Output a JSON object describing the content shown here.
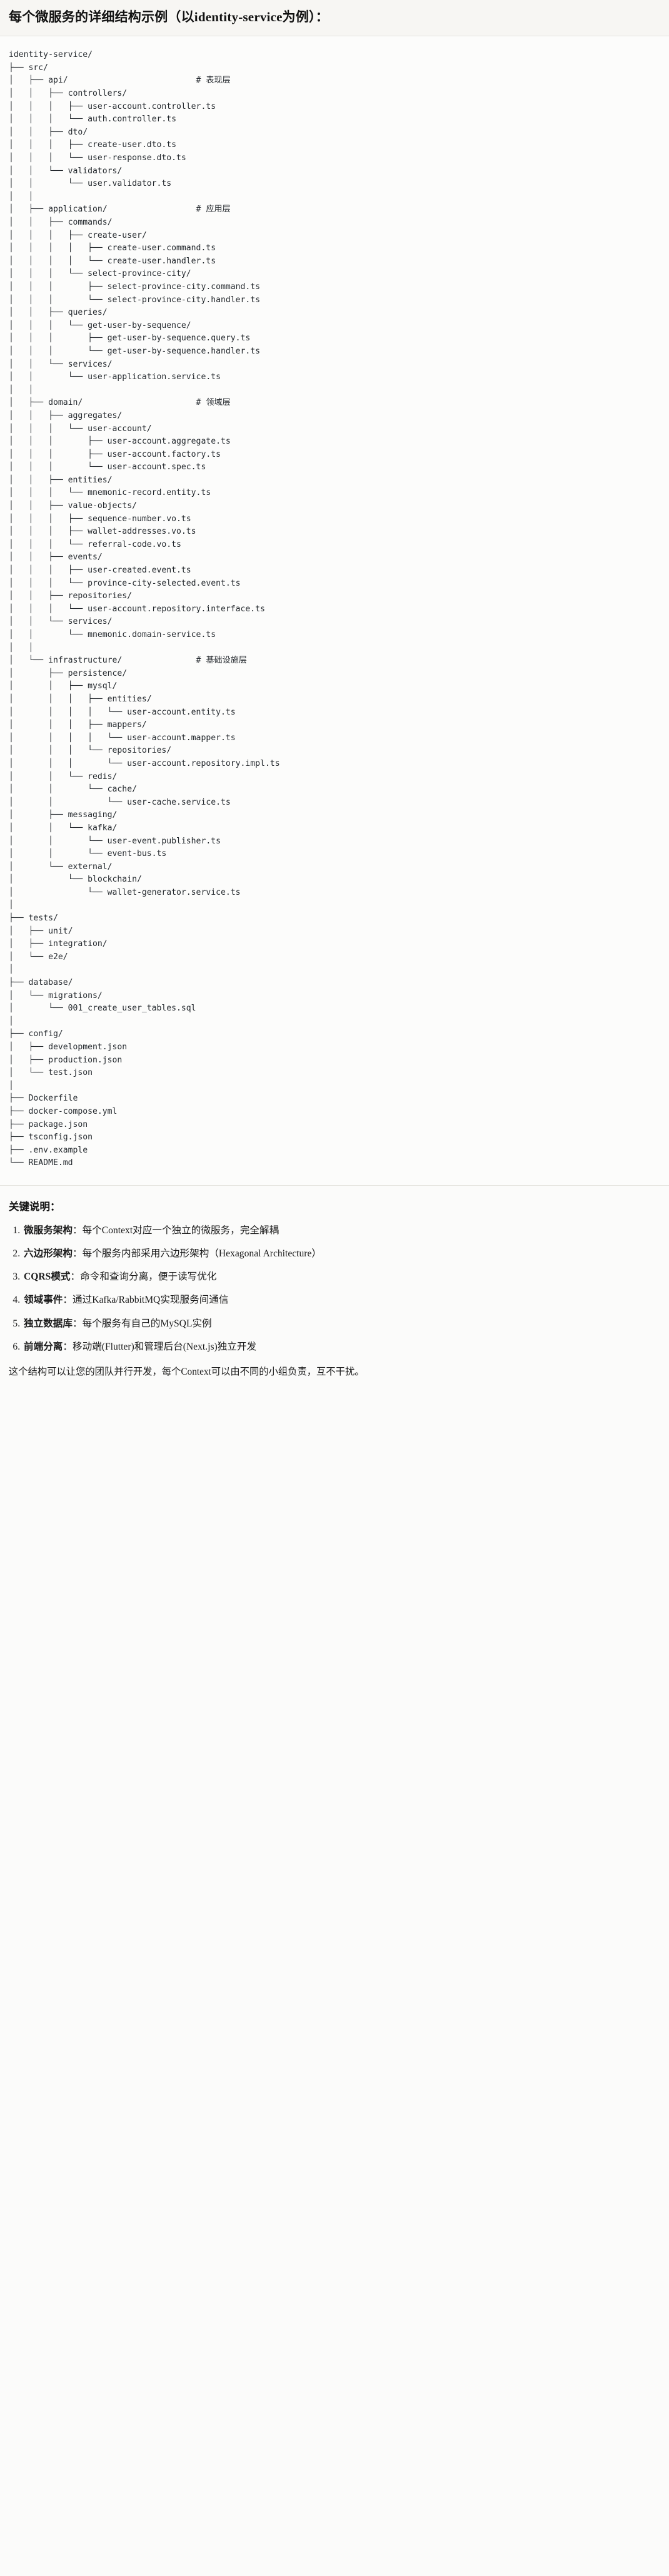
{
  "header": {
    "title": "每个微服务的详细结构示例（以identity-service为例）："
  },
  "code_block": {
    "language": "text",
    "tree_text": "identity-service/\n├── src/\n│   ├── api/                          # 表现层\n│   │   ├── controllers/\n│   │   │   ├── user-account.controller.ts\n│   │   │   └── auth.controller.ts\n│   │   ├── dto/\n│   │   │   ├── create-user.dto.ts\n│   │   │   └── user-response.dto.ts\n│   │   └── validators/\n│   │       └── user.validator.ts\n│   │\n│   ├── application/                  # 应用层\n│   │   ├── commands/\n│   │   │   ├── create-user/\n│   │   │   │   ├── create-user.command.ts\n│   │   │   │   └── create-user.handler.ts\n│   │   │   └── select-province-city/\n│   │   │       ├── select-province-city.command.ts\n│   │   │       └── select-province-city.handler.ts\n│   │   ├── queries/\n│   │   │   └── get-user-by-sequence/\n│   │   │       ├── get-user-by-sequence.query.ts\n│   │   │       └── get-user-by-sequence.handler.ts\n│   │   └── services/\n│   │       └── user-application.service.ts\n│   │\n│   ├── domain/                       # 领域层\n│   │   ├── aggregates/\n│   │   │   └── user-account/\n│   │   │       ├── user-account.aggregate.ts\n│   │   │       ├── user-account.factory.ts\n│   │   │       └── user-account.spec.ts\n│   │   ├── entities/\n│   │   │   └── mnemonic-record.entity.ts\n│   │   ├── value-objects/\n│   │   │   ├── sequence-number.vo.ts\n│   │   │   ├── wallet-addresses.vo.ts\n│   │   │   └── referral-code.vo.ts\n│   │   ├── events/\n│   │   │   ├── user-created.event.ts\n│   │   │   └── province-city-selected.event.ts\n│   │   ├── repositories/\n│   │   │   └── user-account.repository.interface.ts\n│   │   └── services/\n│   │       └── mnemonic.domain-service.ts\n│   │\n│   └── infrastructure/               # 基础设施层\n│       ├── persistence/\n│       │   ├── mysql/\n│       │   │   ├── entities/\n│       │   │   │   └── user-account.entity.ts\n│       │   │   ├── mappers/\n│       │   │   │   └── user-account.mapper.ts\n│       │   │   └── repositories/\n│       │   │       └── user-account.repository.impl.ts\n│       │   └── redis/\n│       │       └── cache/\n│       │           └── user-cache.service.ts\n│       ├── messaging/\n│       │   └── kafka/\n│       │       └── user-event.publisher.ts\n│       │       └── event-bus.ts\n│       └── external/\n│           └── blockchain/\n│               └── wallet-generator.service.ts\n│\n├── tests/\n│   ├── unit/\n│   ├── integration/\n│   └── e2e/\n│\n├── database/\n│   └── migrations/\n│       └── 001_create_user_tables.sql\n│\n├── config/\n│   ├── development.json\n│   ├── production.json\n│   └── test.json\n│\n├── Dockerfile\n├── docker-compose.yml\n├── package.json\n├── tsconfig.json\n├── .env.example\n└── README.md",
    "layer_comments": [
      {
        "path": "src/api/",
        "comment": "# 表现层"
      },
      {
        "path": "src/application/",
        "comment": "# 应用层"
      },
      {
        "path": "src/domain/",
        "comment": "# 领域层"
      },
      {
        "path": "src/infrastructure/",
        "comment": "# 基础设施层"
      }
    ]
  },
  "notes": {
    "heading": "关键说明：",
    "items": [
      {
        "index": "1.",
        "term": "微服务架构",
        "sep": "：",
        "desc": "每个Context对应一个独立的微服务，完全解耦"
      },
      {
        "index": "2.",
        "term": "六边形架构",
        "sep": "：",
        "desc": "每个服务内部采用六边形架构（Hexagonal Architecture）"
      },
      {
        "index": "3.",
        "term": "CQRS模式",
        "sep": "：",
        "desc": "命令和查询分离，便于读写优化"
      },
      {
        "index": "4.",
        "term": "领域事件",
        "sep": "：",
        "desc": "通过Kafka/RabbitMQ实现服务间通信"
      },
      {
        "index": "5.",
        "term": "独立数据库",
        "sep": "：",
        "desc": "每个服务有自己的MySQL实例"
      },
      {
        "index": "6.",
        "term": "前端分离",
        "sep": "：",
        "desc": "移动端(Flutter)和管理后台(Next.js)独立开发"
      }
    ],
    "closing": "这个结构可以让您的团队并行开发，每个Context可以由不同的小组负责，互不干扰。"
  }
}
